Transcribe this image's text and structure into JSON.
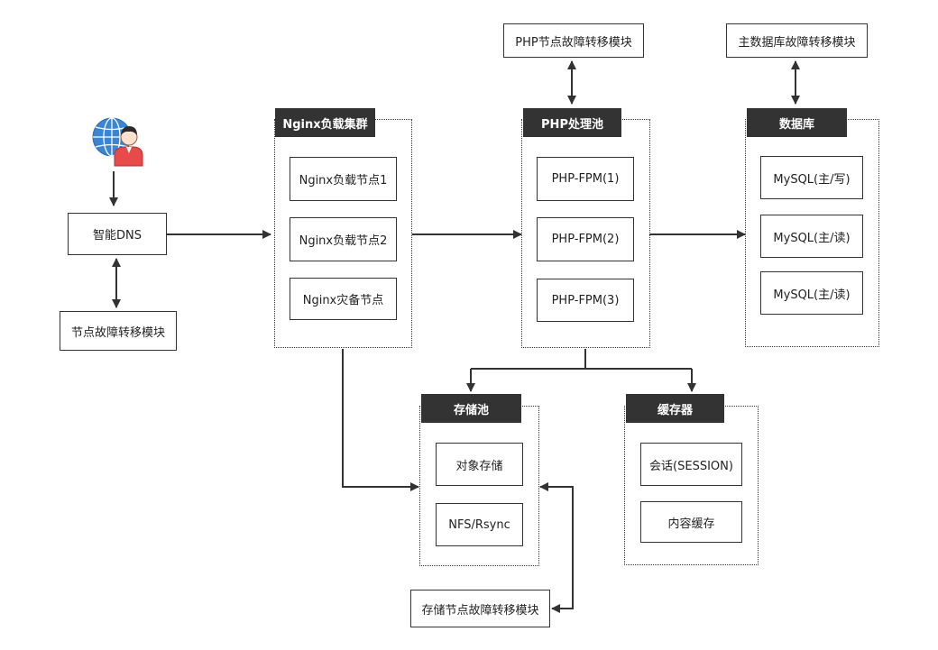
{
  "colors": {
    "line": "#333333",
    "header_bg": "#333333",
    "header_text": "#ffffff",
    "globe": "#3b86d4",
    "user_body": "#e84a4a"
  },
  "user": {
    "icon": "globe-user-icon"
  },
  "dns": {
    "label": "智能DNS"
  },
  "dns_failover": {
    "label": "节点故障转移模块"
  },
  "nginx_cluster": {
    "title": "Nginx负载集群",
    "nodes": [
      "Nginx负载节点1",
      "Nginx负载节点2",
      "Nginx灾备节点"
    ]
  },
  "php_pool": {
    "title": "PHP处理池",
    "nodes": [
      "PHP-FPM(1)",
      "PHP-FPM(2)",
      "PHP-FPM(3)"
    ]
  },
  "php_failover": {
    "label": "PHP节点故障转移模块"
  },
  "database": {
    "title": "数据库",
    "nodes": [
      "MySQL(主/写)",
      "MySQL(主/读)",
      "MySQL(主/读)"
    ]
  },
  "db_failover": {
    "label": "主数据库故障转移模块"
  },
  "storage_pool": {
    "title": "存储池",
    "nodes": [
      "对象存储",
      "NFS/Rsync"
    ]
  },
  "storage_failover": {
    "label": "存储节点故障转移模块"
  },
  "cache": {
    "title": "缓存器",
    "nodes": [
      "会话(SESSION)",
      "内容缓存"
    ]
  }
}
